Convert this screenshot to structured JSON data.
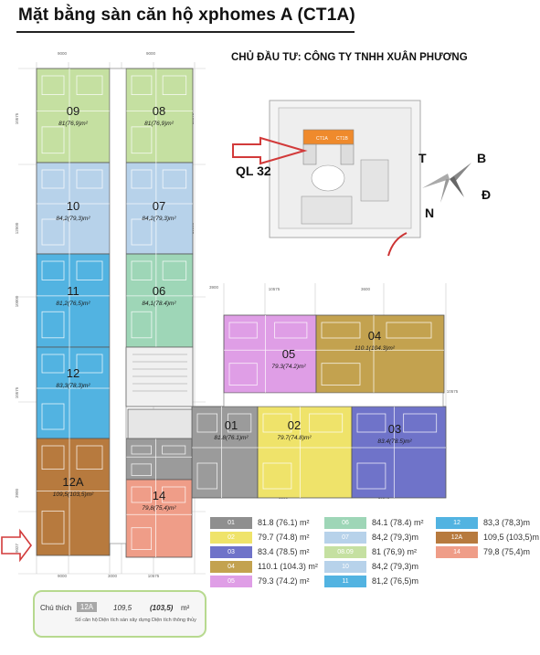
{
  "title": "Mặt bằng sàn căn hộ xphomes A (CT1A)",
  "investor": "CHỦ ĐẦU TƯ: CÔNG TY TNHH XUÂN PHƯƠNG",
  "map": {
    "road": "QL 32",
    "zone_labels": [
      "CT1A",
      "CT1B"
    ],
    "compass": {
      "north": "B",
      "south": "N",
      "east": "Đ",
      "west": "T"
    }
  },
  "apartments": [
    {
      "id": "09",
      "area": "81",
      "net": "76,9",
      "unit": "m²",
      "color": "#c5e0a1"
    },
    {
      "id": "08",
      "area": "81",
      "net": "76,9",
      "unit": "m²",
      "color": "#c5e0a1"
    },
    {
      "id": "10",
      "area": "84,2",
      "net": "79,3",
      "unit": "m²",
      "color": "#b7d2ea"
    },
    {
      "id": "07",
      "area": "84,2",
      "net": "79,3",
      "unit": "m²",
      "color": "#b7d2ea"
    },
    {
      "id": "11",
      "area": "81,2",
      "net": "76,5",
      "unit": "m²",
      "color": "#52b3e1"
    },
    {
      "id": "06",
      "area": "84,1",
      "net": "78.4",
      "unit": "m²",
      "color": "#9ed6b7"
    },
    {
      "id": "12",
      "area": "83,3",
      "net": "78,3",
      "unit": "m²",
      "color": "#52b3e1"
    },
    {
      "id": "05",
      "area": "79.3",
      "net": "74.2",
      "unit": "m²",
      "color": "#df9ee6"
    },
    {
      "id": "04",
      "area": "110.1",
      "net": "104.3",
      "unit": "m²",
      "color": "#c3a24f"
    },
    {
      "id": "01",
      "area": "81.8",
      "net": "76.1",
      "unit": "m²",
      "color": "#9b9b9b"
    },
    {
      "id": "02",
      "area": "79.7",
      "net": "74.8",
      "unit": "m²",
      "color": "#efe36a"
    },
    {
      "id": "03",
      "area": "83.4",
      "net": "78.5",
      "unit": "m²",
      "color": "#6f73c9"
    },
    {
      "id": "12A",
      "area": "109,5",
      "net": "103,5",
      "unit": "m²",
      "color": "#b77a3e"
    },
    {
      "id": "14",
      "area": "79,8",
      "net": "75,4",
      "unit": "m²",
      "color": "#ef9d88"
    }
  ],
  "dimensions": [
    "9000",
    "9000",
    "10575",
    "10575",
    "10000",
    "10575",
    "3900",
    "9027",
    "3000",
    "9000",
    "10575",
    "10575",
    "3600",
    "10575",
    "3900",
    "10575",
    "3900",
    "5000",
    "12500",
    "10000",
    "3000",
    "3000"
  ],
  "legend": [
    {
      "code": "01",
      "text": "81.8 (76.1) m²",
      "color": "#8f8f8f"
    },
    {
      "code": "02",
      "text": "79.7 (74.8) m²",
      "color": "#efe36a"
    },
    {
      "code": "03",
      "text": "83.4 (78.5) m²",
      "color": "#6f73c9"
    },
    {
      "code": "04",
      "text": "110.1 (104.3) m²",
      "color": "#c3a24f"
    },
    {
      "code": "05",
      "text": "79.3 (74.2) m²",
      "color": "#df9ee6"
    },
    {
      "code": "06",
      "text": "84.1 (78.4) m²",
      "color": "#9ed6b7"
    },
    {
      "code": "07",
      "text": "84,2 (79,3)m",
      "color": "#b7d2ea"
    },
    {
      "code": "08.09",
      "text": "81 (76,9) m²",
      "color": "#c5e0a1"
    },
    {
      "code": "10",
      "text": "84,2 (79,3)m",
      "color": "#b7d2ea"
    },
    {
      "code": "11",
      "text": "81,2 (76,5)m",
      "color": "#52b3e1"
    },
    {
      "code": "12",
      "text": "83,3 (78,3)m",
      "color": "#52b3e1"
    },
    {
      "code": "12A",
      "text": "109,5 (103,5)m",
      "color": "#b77a3e"
    },
    {
      "code": "14",
      "text": "79,8 (75,4)m",
      "color": "#ef9d88"
    }
  ],
  "key": {
    "title": "Chú thích",
    "code": "12A",
    "area": "109,5",
    "net": "(103,5)",
    "unit": "m²",
    "sub1": "Số căn hộ",
    "sub2": "Diện tích sàn xây dựng",
    "sub3": "Diện tích thông thủy"
  }
}
